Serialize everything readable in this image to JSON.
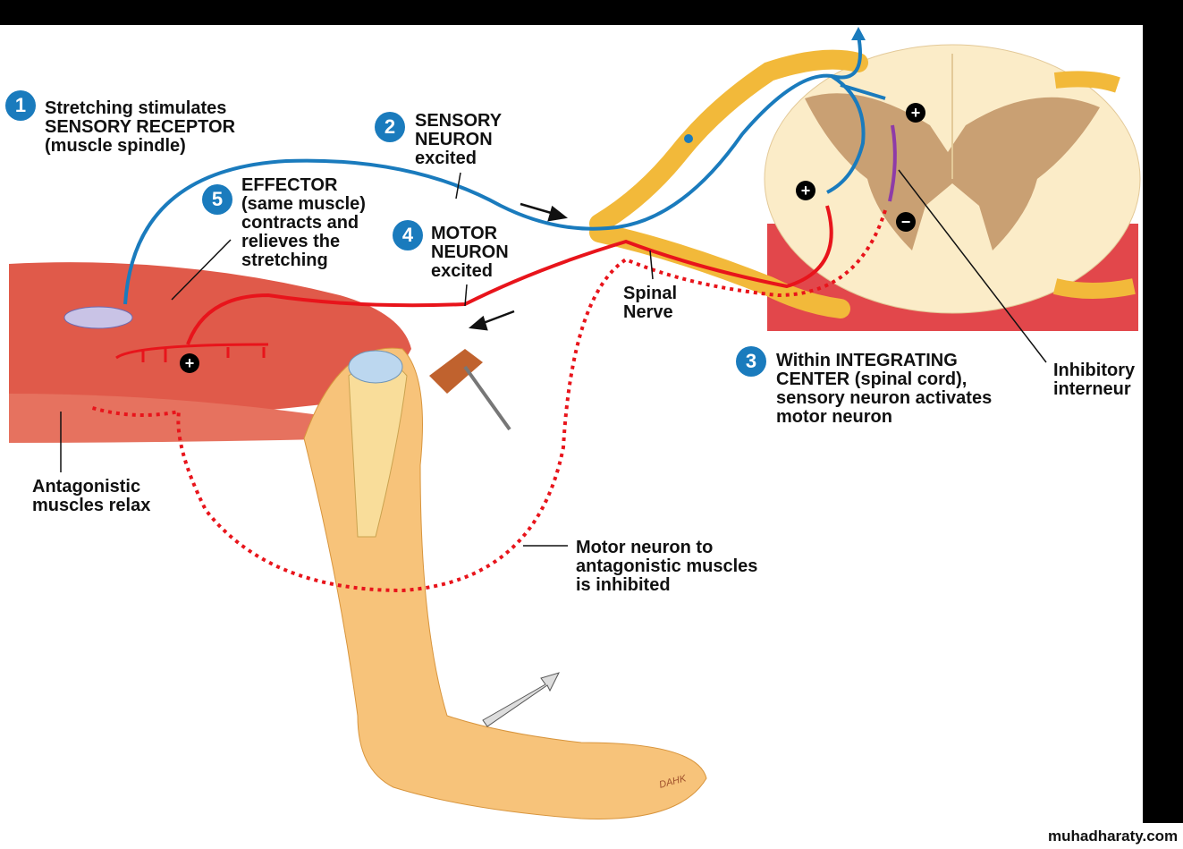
{
  "steps": [
    {
      "num": "1",
      "text": "Stretching stimulates\nSENSORY RECEPTOR\n(muscle spindle)"
    },
    {
      "num": "2",
      "text": "SENSORY\nNEURON\nexcited"
    },
    {
      "num": "3",
      "text": "Within INTEGRATING\nCENTER (spinal cord),\nsensory neuron activates\nmotor neuron"
    },
    {
      "num": "4",
      "text": "MOTOR\nNEURON\nexcited"
    },
    {
      "num": "5",
      "text": "EFFECTOR\n(same muscle)\ncontracts and\nrelieves the\nstretching"
    }
  ],
  "labels": {
    "spinal_nerve": "Spinal\nNerve",
    "inhibitory": "Inhibitory\ninterneur",
    "antagonistic": "Antagonistic\nmuscles relax",
    "motor_inhibited": "Motor neuron to\nantagonistic muscles\nis inhibited"
  },
  "signs": {
    "plus": "+",
    "minus": "−"
  },
  "signature": "DAHK",
  "watermark": "muhadharaty.com",
  "colors": {
    "sensory": "#1a7bbd",
    "motor": "#e8141b",
    "interneuron": "#8e3ba8",
    "muscle": "#e05a4a",
    "skin": "#f7c37a"
  }
}
